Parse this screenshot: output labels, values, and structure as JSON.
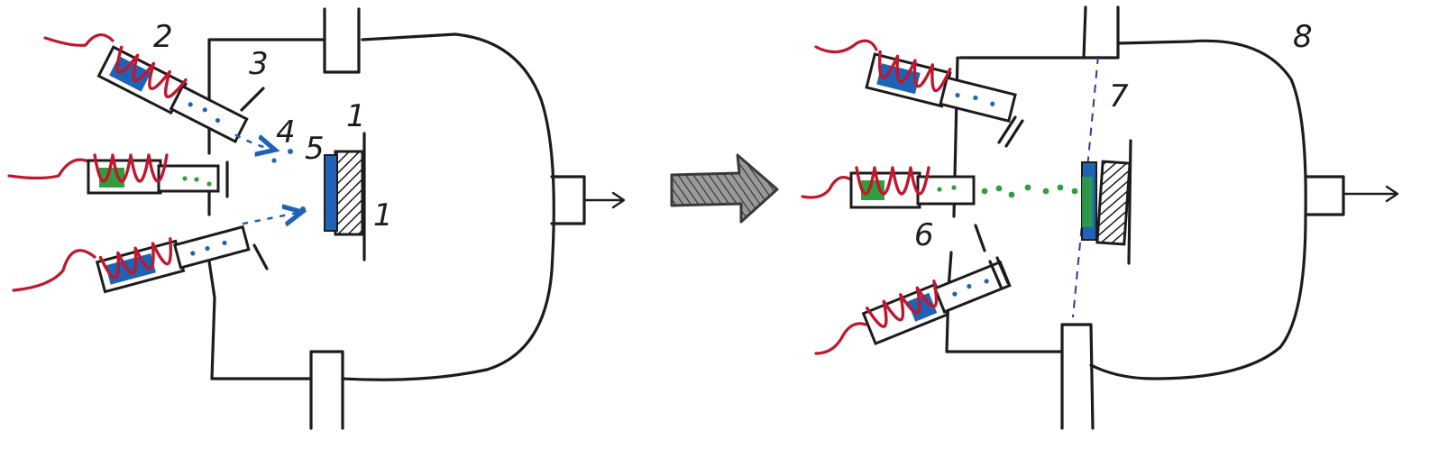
{
  "labels": {
    "n1": "1",
    "n1b": "1",
    "n2": "2",
    "n3": "3",
    "n4": "4",
    "n5": "5",
    "n6": "6",
    "n7": "7",
    "n8": "8"
  },
  "colors": {
    "ink": "#1c1c1c",
    "coil_red": "#c0172e",
    "blue_material": "#1f63b7",
    "green_material": "#2f9e3f",
    "arrow_gray": "#7a7a7a"
  },
  "icons": {
    "process_arrow": "right-arrow-icon",
    "outlet_arrow": "outlet-arrow-icon"
  }
}
